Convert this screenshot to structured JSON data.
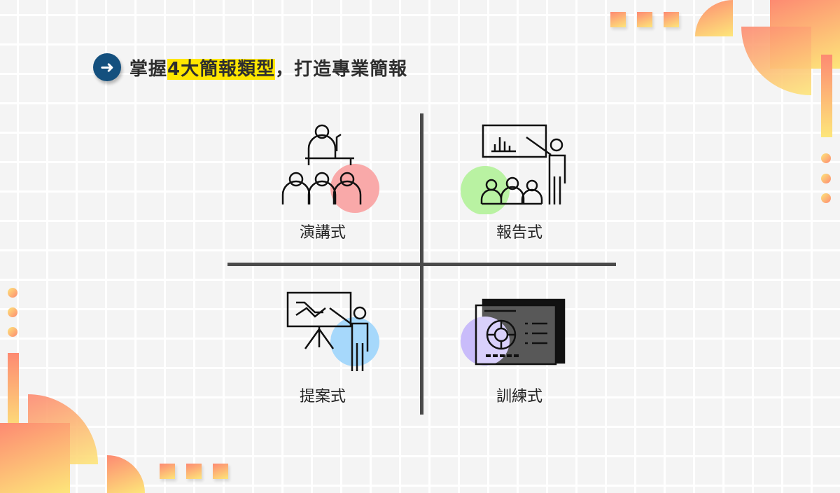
{
  "title": {
    "prefix": "掌握",
    "highlight": "4大簡報類型",
    "suffix": "，打造專業簡報",
    "icon": "arrow-right-icon"
  },
  "quadrants": [
    {
      "label": "演講式",
      "icon": "lecture-icon",
      "accent": "#f9a9a9"
    },
    {
      "label": "報告式",
      "icon": "report-icon",
      "accent": "#b9f2a2"
    },
    {
      "label": "提案式",
      "icon": "proposal-icon",
      "accent": "#a6d8fb"
    },
    {
      "label": "訓練式",
      "icon": "training-icon",
      "accent": "#c9bcfa"
    }
  ]
}
